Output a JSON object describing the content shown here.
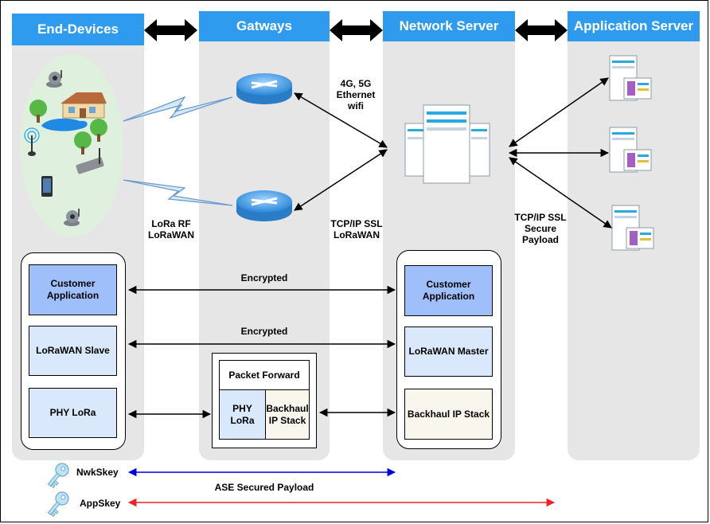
{
  "columns": {
    "end_devices": "End-Devices",
    "gateways": "Gatways",
    "network_server": "Network Server",
    "application_server": "Application Server"
  },
  "labels": {
    "net_links": "4G, 5G\nEthernet\nwifi",
    "lora_rf": "LoRa RF\nLoRaWAN",
    "tcpip_gw": "TCP/IP SSL\nLoRaWAN",
    "tcpip_app": "TCP/IP SSL\nSecure\nPayload",
    "encrypted_1": "Encrypted",
    "encrypted_2": "Encrypted",
    "ase_payload": "ASE Secured Payload"
  },
  "device_stack": {
    "customer_app": "Customer Application",
    "lorawan_slave": "LoRaWAN Slave",
    "phy_lora": "PHY LoRa"
  },
  "gateway_stack": {
    "packet_forward": "Packet Forward",
    "phy_lora": "PHY LoRa",
    "backhaul": "Backhaul IP Stack"
  },
  "server_stack": {
    "customer_app": "Customer Application",
    "lorawan_master": "LoRaWAN Master",
    "backhaul": "Backhaul IP Stack"
  },
  "keys": {
    "nwk": "NwkSkey",
    "app": "AppSkey"
  },
  "colors": {
    "header": "#2f9bef",
    "column": "#e6e6e6",
    "nwk_arrow": "#0000dd",
    "app_arrow": "#ee2222",
    "box_dark": "#9ebffa",
    "box_light": "#dae8fc",
    "box_cream": "#f9f7ed"
  },
  "icons": [
    "camera-icon",
    "house-icon",
    "tree-icon",
    "lake-icon",
    "antenna-icon",
    "router-icon",
    "phone-icon",
    "gateway-router-icon",
    "server-icon",
    "key-icon"
  ]
}
